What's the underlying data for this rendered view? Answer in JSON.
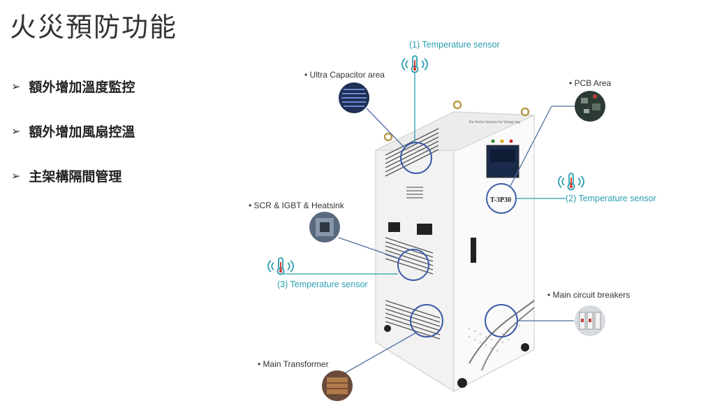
{
  "title": "火災預防功能",
  "bullets": [
    {
      "label": "額外增加溫度監控"
    },
    {
      "label": "額外增加風扇控溫"
    },
    {
      "label": "主架構隔間管理"
    }
  ],
  "callouts": {
    "temp1": "(1) Temperature sensor",
    "ultra": "• Ultra Capacitor area",
    "pcb": "• PCB Area",
    "temp2": "(2) Temperature sensor",
    "scr": "• SCR & IGBT & Heatsink",
    "temp3": "(3) Temperature sensor",
    "breakers": "• Main circuit breakers",
    "transformer": "• Main Transformer"
  },
  "cabinet": {
    "tagline": "The Perfect Solution for Voltage Sag",
    "model": "T-3P30"
  },
  "colors": {
    "accent": "#2a9db0",
    "circle": "#3b5aa8",
    "line": "#4d6e9e"
  }
}
